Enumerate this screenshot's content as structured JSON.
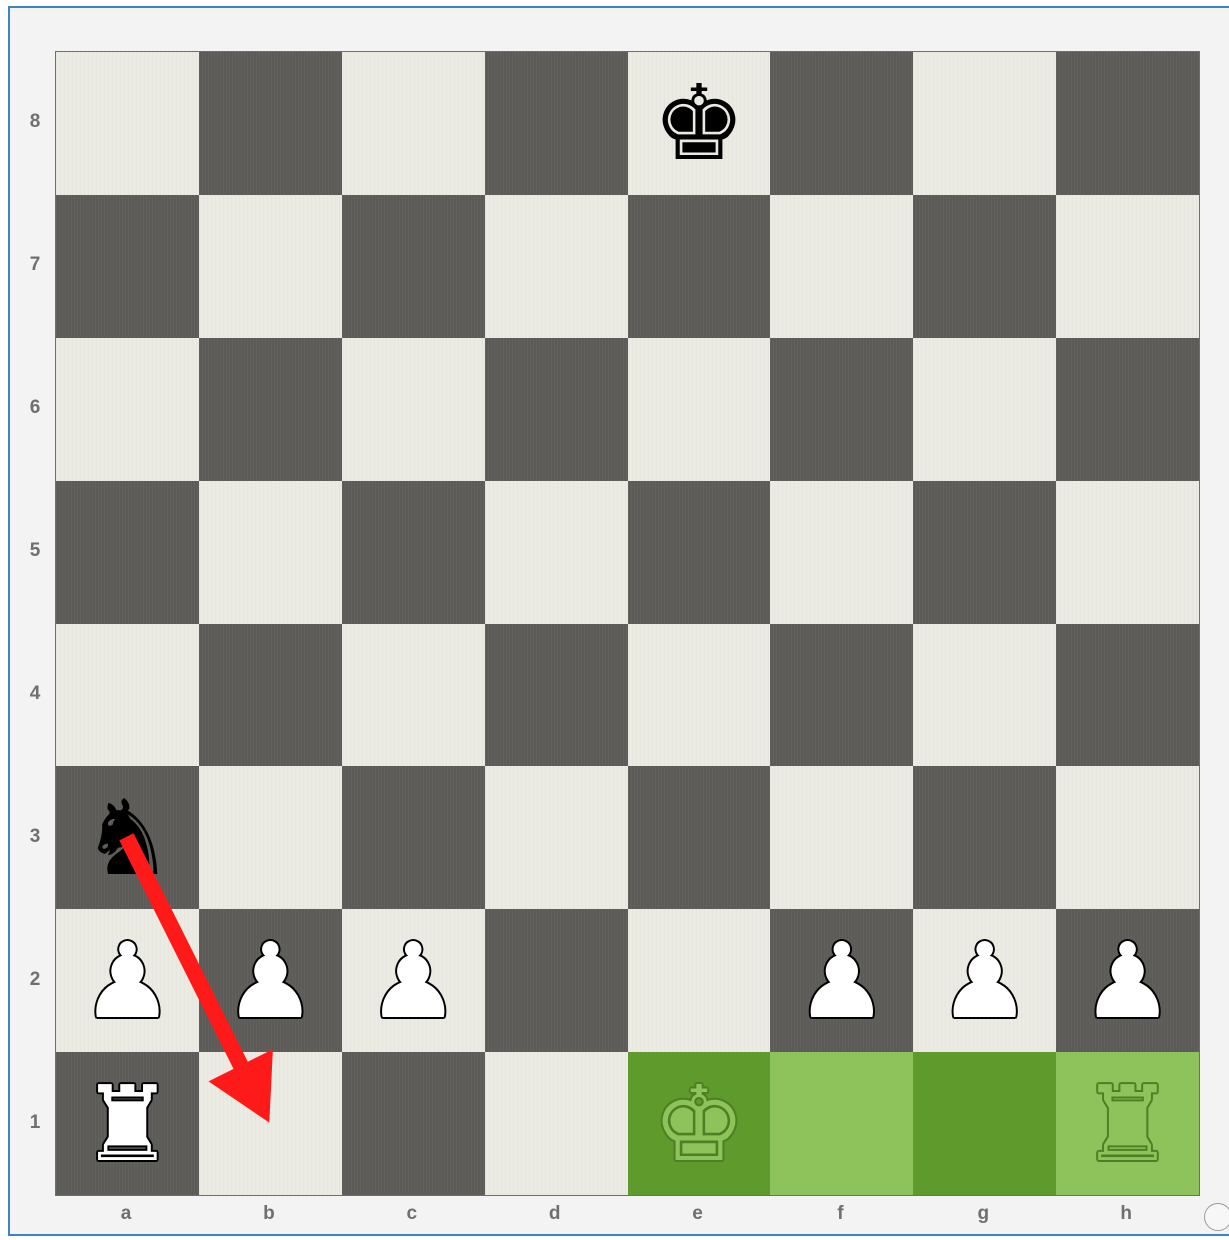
{
  "board": {
    "files": [
      "a",
      "b",
      "c",
      "d",
      "e",
      "f",
      "g",
      "h"
    ],
    "ranks": [
      "8",
      "7",
      "6",
      "5",
      "4",
      "3",
      "2",
      "1"
    ],
    "light_color": "#ecebe3",
    "dark_color": "#5c5b58",
    "highlight_light_color": "#8ec25a",
    "highlight_dark_color": "#5e9a2c",
    "highlighted_squares": [
      "e1",
      "f1",
      "g1",
      "h1"
    ],
    "pieces": [
      {
        "square": "e8",
        "piece": "king",
        "color": "black",
        "glyph": "♚"
      },
      {
        "square": "a3",
        "piece": "knight",
        "color": "black",
        "glyph": "♞"
      },
      {
        "square": "a2",
        "piece": "pawn",
        "color": "white",
        "glyph": "♟"
      },
      {
        "square": "b2",
        "piece": "pawn",
        "color": "white",
        "glyph": "♟"
      },
      {
        "square": "c2",
        "piece": "pawn",
        "color": "white",
        "glyph": "♟"
      },
      {
        "square": "f2",
        "piece": "pawn",
        "color": "white",
        "glyph": "♟"
      },
      {
        "square": "g2",
        "piece": "pawn",
        "color": "white",
        "glyph": "♟"
      },
      {
        "square": "h2",
        "piece": "pawn",
        "color": "white",
        "glyph": "♟"
      },
      {
        "square": "a1",
        "piece": "rook",
        "color": "white",
        "glyph": "♜"
      },
      {
        "square": "e1",
        "piece": "king",
        "color": "green",
        "glyph": "♚"
      },
      {
        "square": "h1",
        "piece": "rook",
        "color": "green",
        "glyph": "♜"
      }
    ],
    "arrows": [
      {
        "from": "a3",
        "to": "b1",
        "color": "#ff1a1a"
      }
    ]
  }
}
